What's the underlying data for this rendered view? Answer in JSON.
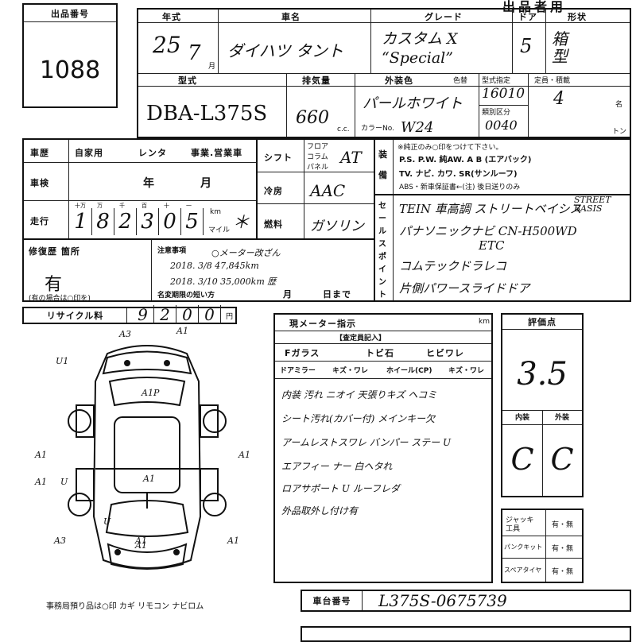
{
  "header": {
    "title": "出品者用"
  },
  "lot": {
    "label": "出品番号",
    "value": "1088"
  },
  "vehicle": {
    "year_label": "年式",
    "year_value": "25",
    "month_value": "7",
    "month_unit": "月",
    "name_label": "車名",
    "name_value": "ダイハツ タント",
    "grade_label": "グレード",
    "grade_value_1": "カスタム X",
    "grade_value_2": "“Special”",
    "doors_label": "ドア",
    "doors_value": "5",
    "shape_label": "形状",
    "shape_value": "箱型",
    "model_label": "型式",
    "model_value": "DBA-L375S",
    "displacement_label": "排気量",
    "displacement_value": "660",
    "displacement_unit": "c.c.",
    "color_label": "外装色",
    "color_value": "パールホワイト",
    "color_no_label": "色替",
    "color_code_label": "カラーNo.",
    "color_code_value": "W24",
    "type_spec_label": "型式指定",
    "type_spec_value": "16010",
    "class_label": "類別区分",
    "class_value": "0040",
    "capacity_label": "定員・積載",
    "capacity_value": "4",
    "capacity_unit": "名",
    "load_unit": "トン"
  },
  "history": {
    "label": "車歴",
    "options": "自家用",
    "rental": "レンタ",
    "business": "事業.営業車",
    "inspection_label": "車検",
    "inspection_year": "年",
    "inspection_month": "月"
  },
  "mileage": {
    "label": "走行",
    "units": [
      "十万",
      "万",
      "千",
      "百",
      "十",
      "一"
    ],
    "digits": [
      "1",
      "8",
      "2",
      "3",
      "0",
      "5"
    ],
    "km_label": "km",
    "mile_label": "マイル",
    "star": "＊"
  },
  "spec": {
    "shift_label": "シフト",
    "shift_opts": [
      "フロア",
      "コラム",
      "パネル"
    ],
    "shift_value": "AT",
    "ac_label": "冷房",
    "ac_value": "AAC",
    "fuel_label": "燃料",
    "fuel_value": "ガソリン"
  },
  "equipment": {
    "label": "装備",
    "note": "※純正のみ○印をつけて下さい。",
    "line1": "P.S.  P.W.  純AW.  A B (エアバック)",
    "line2": "TV. ナビ. カワ. SR(サンルーフ)",
    "line3": "ABS・新車保証書←(注) 後日送りのみ"
  },
  "sales_points": {
    "label": "セールスポイント",
    "lines": [
      "TEIN 車高調 ストリートベイシス",
      "パナソニックナビ CN-H500WD",
      "ETC",
      "コムテックドラレコ",
      "片側パワースライドドア"
    ],
    "handwritten_extra": "STREET BASIS"
  },
  "repair": {
    "label": "修復歴 箇所",
    "value": "有",
    "note": "(有の場合は○印を)"
  },
  "notes": {
    "label": "注意事項",
    "lines": [
      "○メーター改ざん",
      "2018. 3/8  47,845km",
      "2018. 3/10  35,000km 歴"
    ],
    "nameplate_label": "名変期限の短い方",
    "month_label": "月",
    "day_label": "日まで"
  },
  "recycle": {
    "label": "リサイクル料",
    "digits": [
      "9",
      "2",
      "0",
      "0"
    ],
    "unit": "円"
  },
  "meter": {
    "label": "現メーター指示",
    "unit": "km"
  },
  "inspector": {
    "header": "【査定員記入】",
    "row1": [
      "Fガラス",
      "トビ石",
      "ヒビワレ"
    ],
    "row2": [
      "ドアミラー",
      "キズ・ワレ",
      "ホイール(CP)",
      "キズ・ワレ"
    ],
    "lines": [
      "内装 汚れ ニオイ    天張りキズ ヘコミ",
      "シート汚れ(カバー付)    メインキー欠",
      "アームレストスワレ    バンパー ステー U",
      "エアフィー ナー 白ヘタれ",
      "ロアサポート U    ルーフレダ",
      "外品取外し付け有"
    ]
  },
  "grade": {
    "label": "評価点",
    "value": "3.5",
    "interior_label": "内装",
    "exterior_label": "外装",
    "interior_value": "C",
    "exterior_value": "C"
  },
  "tools": {
    "rows": [
      {
        "label": "ジャッキ工具",
        "value": "有・無"
      },
      {
        "label": "パンクキット",
        "value": "有・無"
      },
      {
        "label": "スペアタイヤ",
        "value": "有・無"
      }
    ]
  },
  "diagram": {
    "marks": [
      "A3",
      "A1",
      "U1",
      "A1P",
      "A1",
      "A1",
      "A1",
      "A1",
      "A3",
      "U",
      "A1",
      "A1",
      "A1",
      "U"
    ]
  },
  "office": {
    "text": "事務局預り品は○印    カギ  リモコン  ナビロム"
  },
  "chassis": {
    "label": "車台番号",
    "value": "L375S-0675739"
  }
}
